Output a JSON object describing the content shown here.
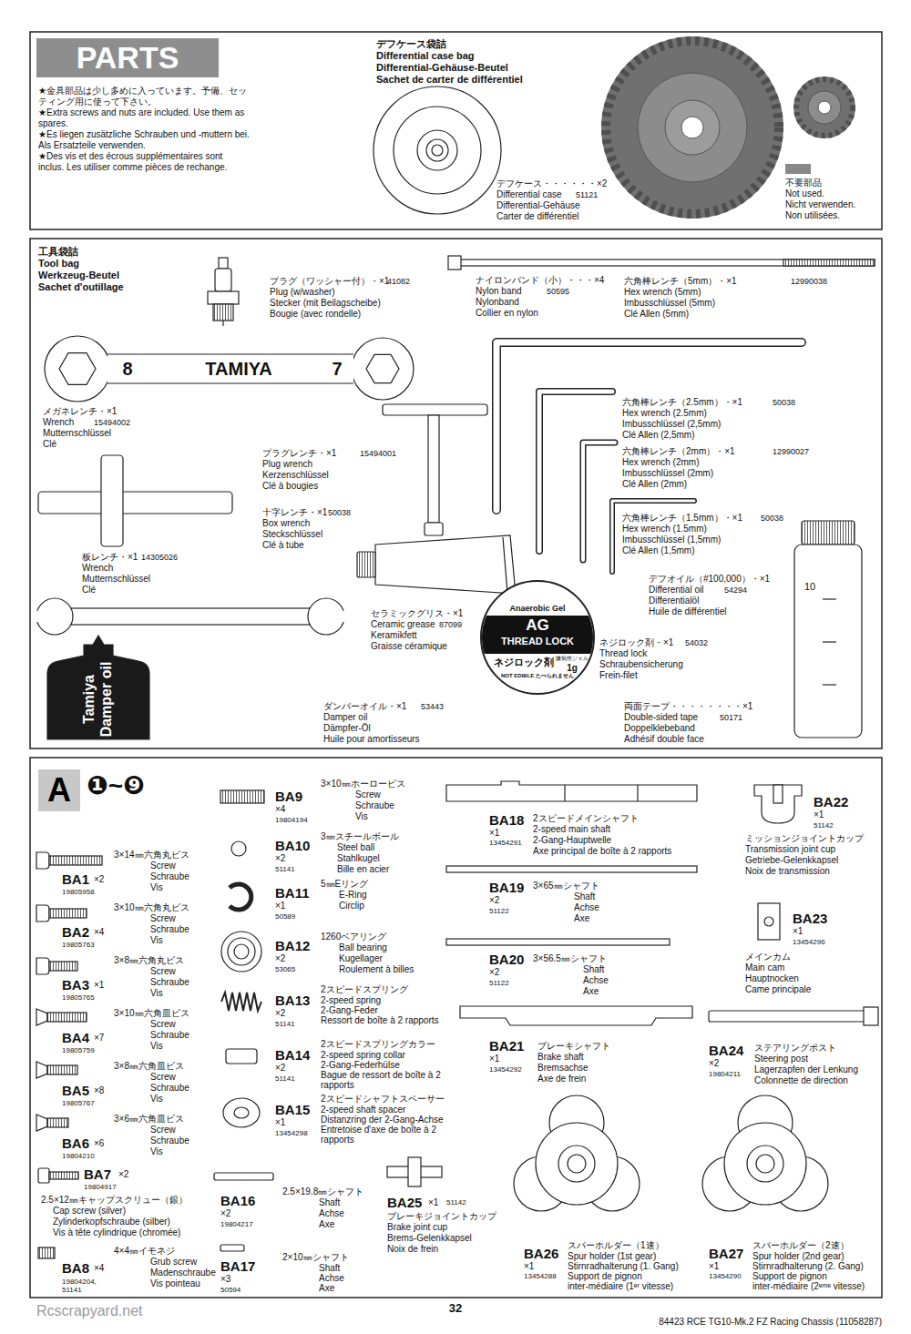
{
  "diagram": {
    "nodes": [
      {
        "text": [
          "PARTS"
        ]
      },
      {
        "text": [
          "A"
        ]
      }
    ],
    "labels": [
      "★金具部品は少し多めに入っています。予備、セッティング用に使って下さい。",
      "★Extra screws and nuts are included. Use them as spares.",
      "★Es liegen zusätzliche Schrauben und -muttern bei. Als Ersatzteile verwenden.",
      "★Des vis et des écrous supplémentaires sont inclus. Les utiliser comme pièces de rechange.",
      "デフケース袋詰",
      "Differential case bag",
      "Differential-Gehäuse-Beutel",
      "Sachet de carter de différentiel",
      "デフケース・・・・・・×2",
      "Differential case",
      "51121",
      "Differential-Gehäuse",
      "Carter de différentiel",
      "不要部品",
      "Not used.",
      "Nicht verwenden.",
      "Non utilisées.",
      "工具袋詰",
      "Tool bag",
      "Werkzeug-Beutel",
      "Sachet d'outillage",
      "プラグ（ワッシャー付）・×1",
      "41082",
      "Plug (w/washer)",
      "Stecker (mit Beilagscheibe)",
      "Bougie (avec rondelle)",
      "ナイロンバンド（小）・・・×4",
      "50595",
      "Nylon band",
      "Nylonband",
      "Collier en nylon",
      "六角棒レンチ（5mm）・×1",
      "12990038",
      "Hex wrench (5mm)",
      "Imbusschlüssel (5mm)",
      "Clé Allen (5mm)",
      "六角棒レンチ（2.5mm）・×1",
      "50038",
      "Hex wrench (2.5mm)",
      "Imbusschlüssel (2,5mm)",
      "Clé Allen (2,5mm)",
      "六角棒レンチ（2mm）・×1",
      "12990027",
      "Hex wrench (2mm)",
      "Imbusschlüssel (2mm)",
      "Clé Allen (2mm)",
      "六角棒レンチ（1.5mm）・×1",
      "50038",
      "Hex wrench (1.5mm)",
      "Imbusschlüssel (1,5mm)",
      "Clé Allen (1,5mm)",
      "メガネレンチ・×1",
      "Wrench",
      "15494002",
      "Mutternschlüssel",
      "Clé",
      "プラグレンチ・×1",
      "15494001",
      "Plug wrench",
      "Kerzenschlüssel",
      "Clé à bougies",
      "十字レンチ・×1",
      "50038",
      "Box wrench",
      "Steckschlüssel",
      "Clé à tube",
      "板レンチ・×1",
      "14305026",
      "Wrench",
      "Mutternschlüssel",
      "Clé",
      "セラミックグリス・×1",
      "87099",
      "Ceramic grease",
      "Keramikfett",
      "Graisse céramique",
      "Anaerobic Gel",
      "AG",
      "THREAD LOCK",
      "ネジロック剤",
      "嫌気性ジェル",
      "1g",
      "NOT EDIBLE たべられません",
      "ネジロック剤・×1",
      "54032",
      "Thread lock",
      "Schraubensicherung",
      "Frein-filet",
      "Tamiya",
      "Damper oil",
      "ダンパーオイル・×1",
      "53443",
      "Damper oil",
      "Dämpfer-Öl",
      "Huile pour amortisseurs",
      "デフオイル（#100,000）・×1",
      "Differential oil",
      "54294",
      "Differentialöl",
      "Huile de différentiel",
      "10",
      "両面テープ・・・・・・・・×1",
      "Double-sided tape",
      "50171",
      "Doppelklebeband",
      "Adhésif double face",
      "8",
      "TAMIYA",
      "7",
      "❶~❾",
      "BA1",
      "×2",
      "19805958",
      "3×14㎜六角丸ビス",
      "Screw",
      "Schraube",
      "Vis",
      "BA2",
      "×4",
      "19805763",
      "3×10㎜六角丸ビス",
      "Screw",
      "Schraube",
      "Vis",
      "BA3",
      "×1",
      "19805765",
      "3×8㎜六角丸ビス",
      "Screw",
      "Schraube",
      "Vis",
      "BA4",
      "×7",
      "19805759",
      "3×10㎜六角皿ビス",
      "Screw",
      "Schraube",
      "Vis",
      "BA5",
      "×8",
      "19805767",
      "3×8㎜六角皿ビス",
      "Screw",
      "Schraube",
      "Vis",
      "BA6",
      "×6",
      "19804210",
      "3×6㎜六角皿ビス",
      "Screw",
      "Schraube",
      "Vis",
      "BA7",
      "×2",
      "19804917",
      "2.5×12㎜キャップスクリュー（銀）",
      "Cap screw (silver)",
      "Zylinderkopfschraube (silber)",
      "Vis à tête cylindrique (chromée)",
      "BA8",
      "×4",
      "19804204,",
      "51141",
      "4×4㎜イモネジ",
      "Grub screw",
      "Madenschraube",
      "Vis pointeau",
      "BA9",
      "×4",
      "19804194",
      "3×10㎜ホーロービス",
      "Screw",
      "Schraube",
      "Vis",
      "BA10",
      "×2",
      "51141",
      "3㎜スチールボール",
      "Steel ball",
      "Stahlkugel",
      "Bille en acier",
      "BA11",
      "×1",
      "50589",
      "5㎜Eリング",
      "E-Ring",
      "Circlip",
      "BA12",
      "×2",
      "53065",
      "1260ベアリング",
      "Ball bearing",
      "Kugellager",
      "Roulement à billes",
      "BA13",
      "×2",
      "51141",
      "2スピードスプリング",
      "2-speed spring",
      "2-Gang-Feder",
      "Ressort de boîte à 2 rapports",
      "BA14",
      "×2",
      "51141",
      "2スピードスプリングカラー",
      "2-speed spring collar",
      "2-Gang-Federhülse",
      "Bague de ressort de boîte à 2 rapports",
      "BA15",
      "×1",
      "13454298",
      "2スピードシャフトスペーサー",
      "2-speed shaft spacer",
      "Distanzring der 2-Gang-Achse",
      "Entretoise d'axe de boîte à 2 rapports",
      "BA16",
      "×2",
      "19804217",
      "2.5×19.8㎜シャフト",
      "Shaft",
      "Achse",
      "Axe",
      "BA17",
      "×3",
      "50594",
      "2×10㎜シャフト",
      "Shaft",
      "Achse",
      "Axe",
      "BA25",
      "×1",
      "51142",
      "ブレーキジョイントカップ",
      "Brake joint cup",
      "Brems-Gelenkkapsel",
      "Noix de frein",
      "BA18",
      "×1",
      "13454291",
      "2スピードメインシャフト",
      "2-speed main shaft",
      "2-Gang-Hauptwelle",
      "Axe principal de boîte à 2 rapports",
      "BA19",
      "×2",
      "51122",
      "3×65㎜シャフト",
      "Shaft",
      "Achse",
      "Axe",
      "BA20",
      "×2",
      "51122",
      "3×56.5㎜シャフト",
      "Shaft",
      "Achse",
      "Axe",
      "BA21",
      "×1",
      "13454292",
      "ブレーキシャフト",
      "Brake shaft",
      "Bremsachse",
      "Axe de frein",
      "BA22",
      "×1",
      "51142",
      "ミッションジョイントカップ",
      "Transmission joint cup",
      "Getriebe-Gelenkkapsel",
      "Noix de transmission",
      "BA23",
      "×1",
      "13454296",
      "メインカム",
      "Main cam",
      "Hauptnocken",
      "Came principale",
      "BA24",
      "×2",
      "19804211",
      "ステアリングポスト",
      "Steering post",
      "Lagerzapfen der Lenkung",
      "Colonnette de direction",
      "BA26",
      "×1",
      "13454288",
      "スパーホルダー（1速）",
      "Spur holder (1st gear)",
      "Stirnradhalterung (1. Gang)",
      "Support de pignon",
      "inter-médiaire (1ᵉʳ vitesse)",
      "BA27",
      "×1",
      "13454290",
      "スパーホルダー（2速）",
      "Spur holder (2nd gear)",
      "Stirnradhalterung (2. Gang)",
      "Support de pignon",
      "inter-médiaire (2ᵉᵐᵉ vitesse)",
      "32",
      "84423 RCE TG10-Mk.2 FZ Racing Chassis (11058287)",
      "Rcscrapyard.net"
    ]
  }
}
